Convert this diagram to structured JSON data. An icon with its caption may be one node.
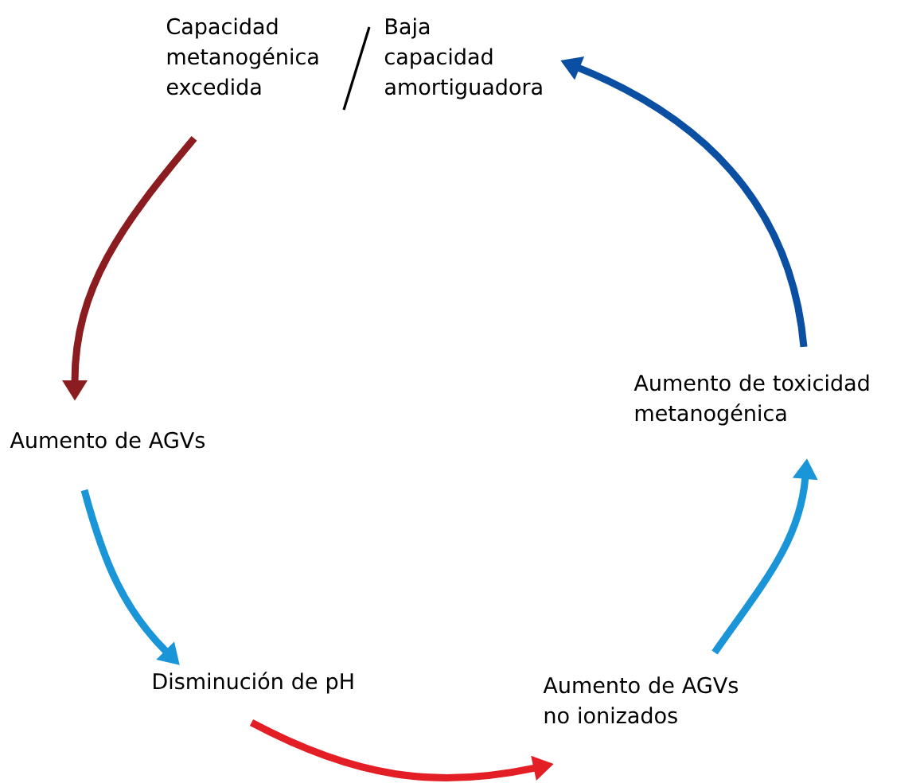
{
  "diagram": {
    "nodes": [
      {
        "text": [
          "Capacidad metanogénica excedida"
        ]
      },
      {
        "text": [
          "Baja capacidad amortiguadora"
        ]
      },
      {
        "text": [
          "Aumento de AGVs"
        ]
      },
      {
        "text": [
          "Disminución de pH"
        ]
      },
      {
        "text": [
          "Aumento de AGVs no ionizados"
        ]
      },
      {
        "text": [
          "Aumento de toxicidad metanogénica"
        ]
      }
    ],
    "edges": [
      {
        "from": 0,
        "to": 2,
        "arrow": "to",
        "color": "#8b1c1f"
      },
      {
        "from": 2,
        "to": 3,
        "arrow": "to",
        "color": "#1a96d8"
      },
      {
        "from": 3,
        "to": 4,
        "arrow": "to",
        "color": "#e31e24"
      },
      {
        "from": 4,
        "to": 5,
        "arrow": "to",
        "color": "#1a96d8"
      },
      {
        "from": 5,
        "to": 1,
        "arrow": "to",
        "color": "#0b4fa3"
      }
    ]
  }
}
